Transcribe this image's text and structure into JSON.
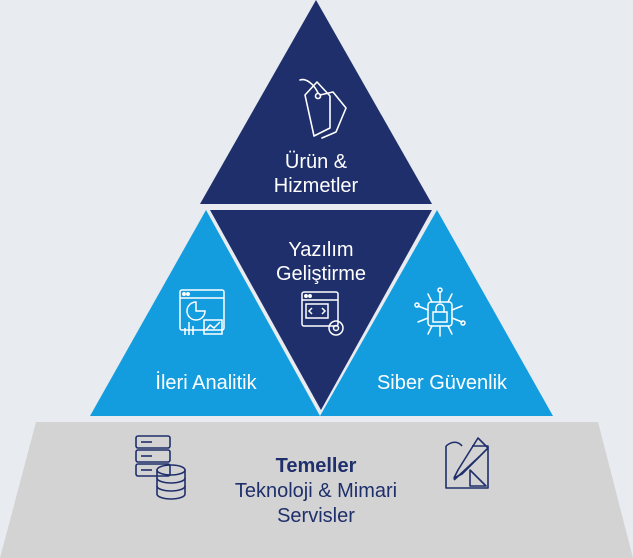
{
  "colors": {
    "background": "#e8ebef",
    "top_triangle": "#1f2f6b",
    "center_triangle": "#1f2f6b",
    "side_triangles": "#139ddf",
    "base_band": "#d3d3d3",
    "base_text": "#1f2f6b",
    "separator": "#ffffff"
  },
  "pyramid": {
    "top": {
      "label_line1": "Ürün &",
      "label_line2": "Hizmetler",
      "icon": "price-tags-icon"
    },
    "center": {
      "label_line1": "Yazılım",
      "label_line2": "Geliştirme",
      "icon": "code-window-gear-icon"
    },
    "left": {
      "label": "İleri Analitik",
      "icon": "analytics-dashboard-icon"
    },
    "right": {
      "label": "Siber Güvenlik",
      "icon": "security-chip-lock-icon"
    },
    "base": {
      "title": "Temeller",
      "subtitle_line1": "Teknoloji & Mimari",
      "subtitle_line2": "Servisler",
      "left_icon": "server-database-icon",
      "right_icon": "blueprint-pencil-icon"
    }
  }
}
